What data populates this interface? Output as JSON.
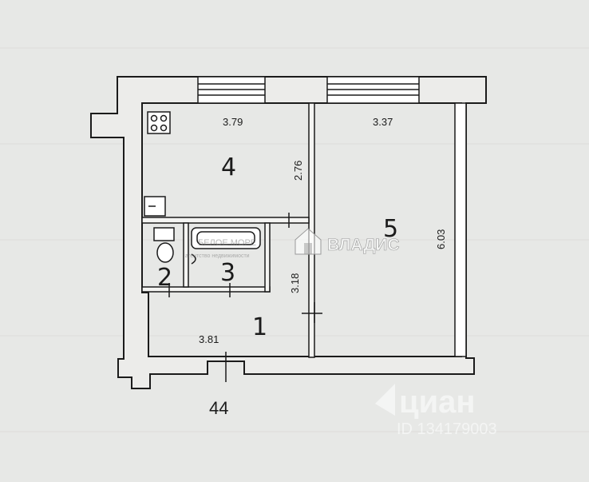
{
  "rooms": [
    {
      "number": "1"
    },
    {
      "number": "2"
    },
    {
      "number": "3"
    },
    {
      "number": "4"
    },
    {
      "number": "5"
    }
  ],
  "dimensions": {
    "room4_width": "3.79",
    "room4_depth": "2.76",
    "room5_width": "3.37",
    "room5_depth": "6.03",
    "room1_width": "3.81",
    "room1_depth": "3.18"
  },
  "apartment_number": "44",
  "watermarks": {
    "vladis": "ВЛАДИС",
    "beloe_more": "БЕЛОЕ МОРЕ",
    "beloe_more_sub": "агентство недвижимости",
    "cian": "циан",
    "listing_id": "ID 134179003"
  }
}
